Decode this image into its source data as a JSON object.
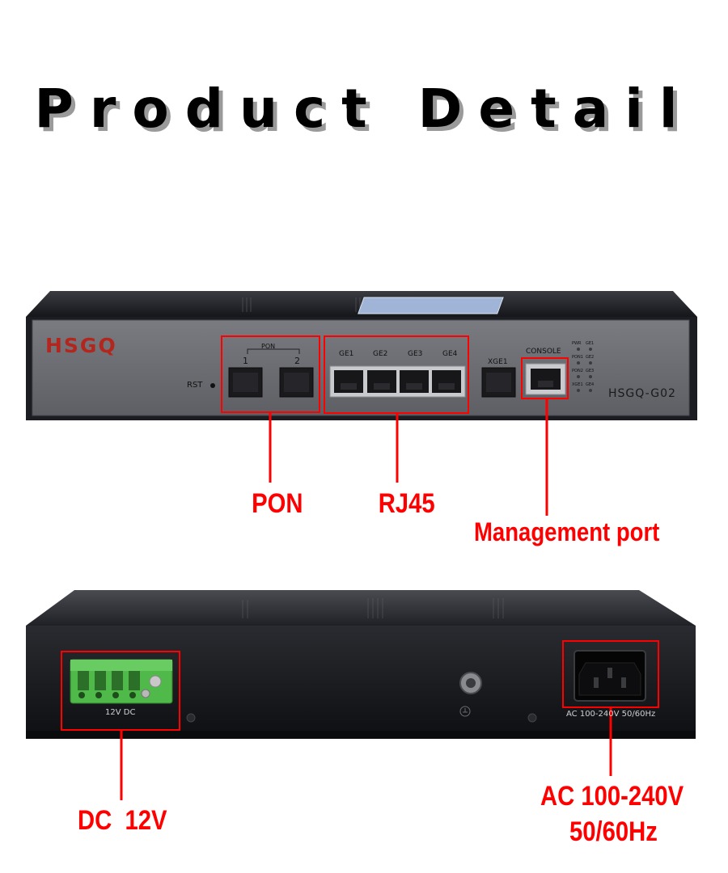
{
  "page": {
    "title": "Product Detail"
  },
  "front_panel": {
    "brand": "HSGQ",
    "model": "HSGQ-G02",
    "reset_label": "RST",
    "pon_group_label": "PON",
    "pon_ports": [
      "1",
      "2"
    ],
    "ge_ports": [
      "GE1",
      "GE2",
      "GE3",
      "GE4"
    ],
    "xge_port": "XGE1",
    "console_port": "CONSOLE",
    "led_labels": [
      [
        "PWR",
        "GE1"
      ],
      [
        "PON1",
        "GE2"
      ],
      [
        "PON2",
        "GE3"
      ],
      [
        "XGE1",
        "GE4"
      ]
    ]
  },
  "rear_panel": {
    "dc_label": "12V DC",
    "ac_label": "AC 100-240V 50/60Hz"
  },
  "callouts": {
    "pon": "PON",
    "rj45": "RJ45",
    "management": "Management port",
    "dc": "DC  12V",
    "ac_line1": "AC 100-240V",
    "ac_line2": "50/60Hz"
  },
  "colors": {
    "highlight": "#ff0000",
    "faceplate": "#6b6c70",
    "chassis": "#1c1d22",
    "brand": "#b3261e",
    "terminal_block": "#4fb94a"
  }
}
